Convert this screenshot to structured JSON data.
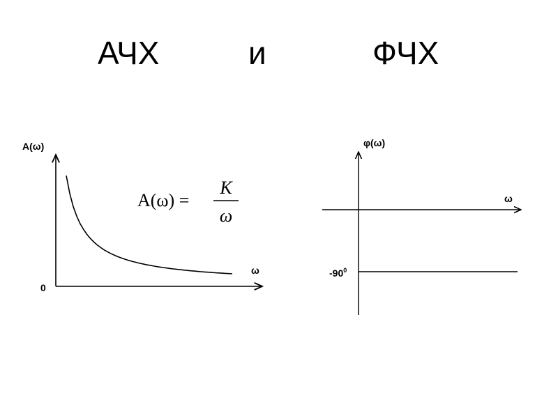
{
  "title": {
    "left": "АЧХ",
    "middle": "и",
    "right": "ФЧХ"
  },
  "amplitude_chart": {
    "y_label": "A(ω)",
    "x_label": "ω",
    "origin_label": "0",
    "formula": {
      "lhs": "A(ω) =",
      "numerator": "K",
      "denominator": "ω"
    },
    "curve": {
      "omega_start": 1,
      "omega_end": 10.5,
      "samples": 48
    }
  },
  "phase_chart": {
    "y_label": "φ(ω)",
    "x_label": "ω",
    "level_label": "-90",
    "level_label_unit": "0",
    "level_value": -90
  }
}
